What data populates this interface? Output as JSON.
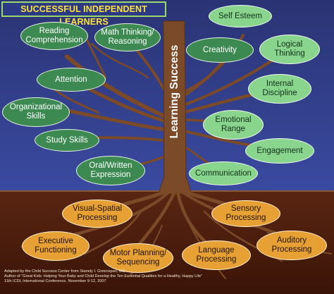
{
  "title": "SUCCESSFUL INDEPENDENT LEARNERS",
  "trunk_label": "Learning Success",
  "leaves": {
    "reading_comprehension": [
      "Reading",
      "Comprehension"
    ],
    "math_thinking": [
      "Math Thinking/",
      "Reasoning"
    ],
    "attention": "Attention",
    "organizational_skills": [
      "Organizational",
      "Skills"
    ],
    "study_skills": "Study Skills",
    "oral_written": [
      "Oral/Written",
      "Expression"
    ],
    "self_esteem": "Self Esteem",
    "creativity": "Creativity",
    "logical_thinking": [
      "Logical",
      "Thinking"
    ],
    "internal_discipline": [
      "Internal",
      "Discipline"
    ],
    "emotional_range": [
      "Emotional",
      "Range"
    ],
    "engagement": "Engagement",
    "communication": "Communication"
  },
  "roots": {
    "visual_spatial": [
      "Visual-Spatial",
      "Processing"
    ],
    "sensory": [
      "Sensory",
      "Processing"
    ],
    "executive": [
      "Executive",
      "Functioning"
    ],
    "motor_planning": [
      "Motor Planning/",
      "Sequencing"
    ],
    "language": [
      "Language",
      "Processing"
    ],
    "auditory": [
      "Auditory",
      "Processing"
    ]
  },
  "credits": {
    "line1": "Adapted by the Child Success Center from Stanely I. Greenspan, MD",
    "line2": "Author of \"Great Kids: Helping Your Baby and Child Develop the Ten Essential Qualities for a Healthy, Happy Life\"",
    "line3": "11th ICDL International Conference, November 9-12, 2007"
  },
  "colors": {
    "sky": "#2e3a8a",
    "ground": "#4a1e0e",
    "tree": "#7a4a28",
    "leaf_dark": "#3c8a52",
    "leaf_light": "#8ad58e",
    "root_oval": "#e7a033",
    "title_text": "#ffe23a"
  }
}
